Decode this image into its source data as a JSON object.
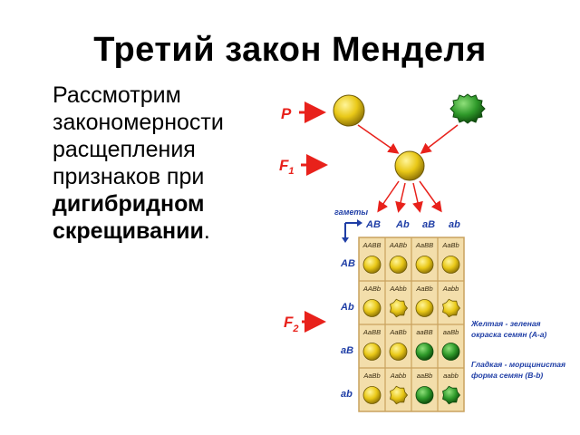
{
  "title": "Третий закон Менделя",
  "text": {
    "line1": "Рассмотрим",
    "line2": "закономерности",
    "line3": "расщепления",
    "line4": "признаков при",
    "bold1": "дигибридном",
    "bold2": "скрещивании",
    "period": "."
  },
  "diagram": {
    "labels": {
      "p": "P",
      "f1": "F",
      "f1_sub": "1",
      "f2": "F",
      "f2_sub": "2",
      "gametes": "гаметы"
    },
    "gametes": [
      "AB",
      "Ab",
      "aB",
      "ab"
    ],
    "genotypes": [
      [
        "AABB",
        "AABb",
        "AaBB",
        "AaBb"
      ],
      [
        "AABb",
        "AAbb",
        "AaBb",
        "Aabb"
      ],
      [
        "AaBB",
        "AaBb",
        "aaBB",
        "aaBb"
      ],
      [
        "AaBb",
        "Aabb",
        "aaBb",
        "aabb"
      ]
    ],
    "legend": {
      "line1": "Желтая - зеленая",
      "line2": "окраска семян (А-а)",
      "line3": "Гладкая - морщинистая",
      "line4": "форма семян (В-b)"
    },
    "colors": {
      "yellow": "#f2d21e",
      "green": "#2f9a2a",
      "arrow": "#e8211b",
      "grid_bg": "#f3deab",
      "grid_line": "#c9a25e",
      "blue": "#1f3ea6"
    }
  }
}
